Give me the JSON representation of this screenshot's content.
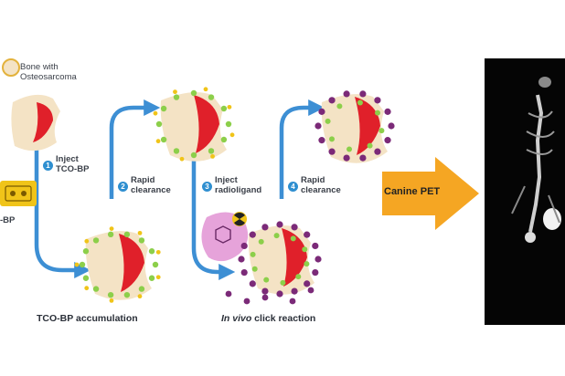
{
  "labels": {
    "bone": "Bone with Osteosarcoma",
    "bone_line1": "Bone with",
    "bone_line2": "Osteosarcoma",
    "compound_fragment": "-BP",
    "step1_num": "1",
    "step1_line1": "Inject",
    "step1_line2": "TCO-BP",
    "step2_num": "2",
    "step2_line1": "Rapid",
    "step2_line2": "clearance",
    "step3_num": "3",
    "step3_line1": "Inject",
    "step3_line2": "radioligand",
    "step4_num": "4",
    "step4_line1": "Rapid",
    "step4_line2": "clearance",
    "caption_accumulation": "TCO-BP accumulation",
    "caption_invivo_italic": "In vivo",
    "caption_invivo_rest": " click reaction",
    "pet_label": "Canine PET"
  },
  "colors": {
    "arrow_blue": "#3d8fd4",
    "tumor_red": "#e0202a",
    "bone_beige": "#f4e3c5",
    "ligand_green": "#8ccf4a",
    "tco_yellow": "#f0c419",
    "radioligand_purple": "#7b2a78",
    "pet_arrow_orange": "#f5a623",
    "pet_background": "#050505"
  },
  "icons": [
    "radiation-icon",
    "bone-icon",
    "pet-scan-image"
  ]
}
